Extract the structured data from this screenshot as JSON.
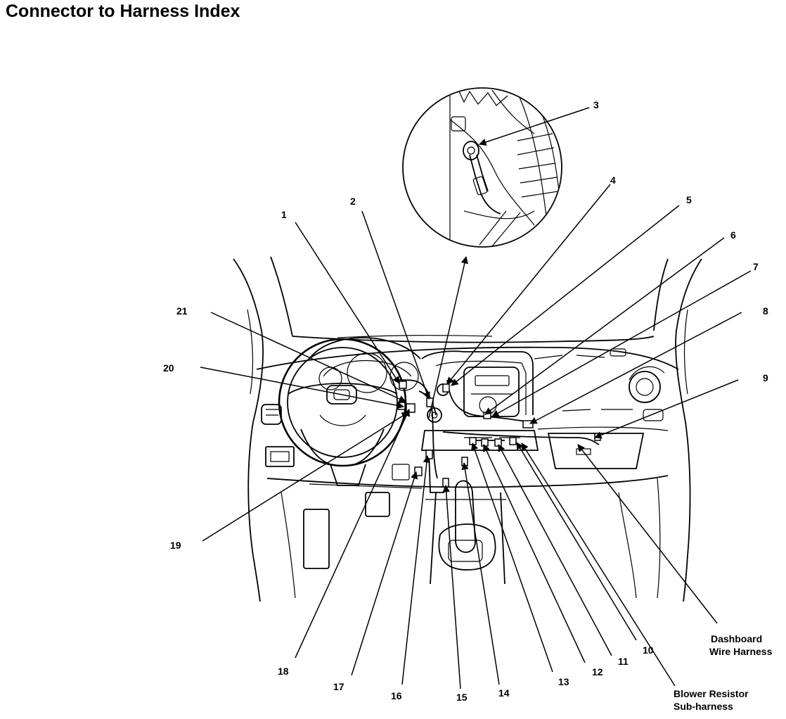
{
  "title": "Connector to Harness Index",
  "callouts": {
    "c1": "1",
    "c2": "2",
    "c3": "3",
    "c4": "4",
    "c5": "5",
    "c6": "6",
    "c7": "7",
    "c8": "8",
    "c9": "9",
    "c10": "10",
    "c11": "11",
    "c12": "12",
    "c13": "13",
    "c14": "14",
    "c15": "15",
    "c16": "16",
    "c17": "17",
    "c18": "18",
    "c19": "19",
    "c20": "20",
    "c21": "21"
  },
  "harness_labels": {
    "dashboard_line1": "Dashboard",
    "dashboard_line2": "Wire Harness",
    "blower_line1": "Blower Resistor",
    "blower_line2": "Sub-harness"
  }
}
